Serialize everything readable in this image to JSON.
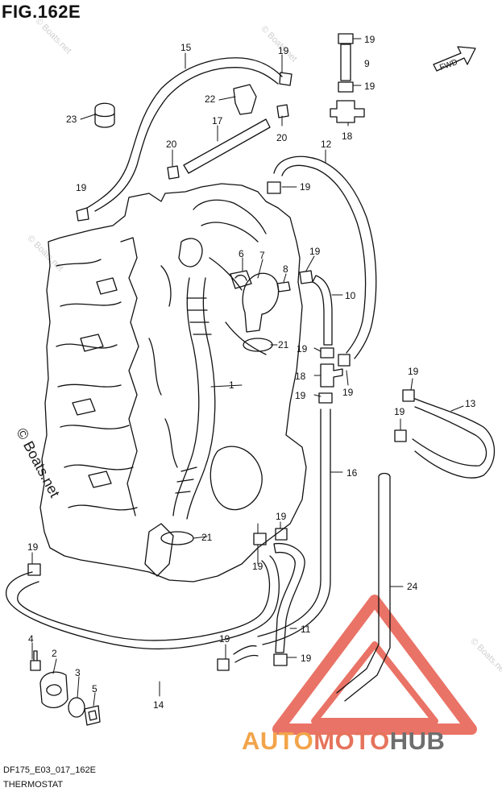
{
  "figure": {
    "title": "FIG.162E",
    "doc_code": "DF175_E03_017_162E",
    "section": "THERMOSTAT"
  },
  "direction_label": "FWD",
  "copyright": "© Boats.net",
  "watermark": "© Boats.net",
  "brand": {
    "part1": "AUTO",
    "part2": "MOTO",
    "part3": "HUB"
  },
  "callouts": [
    {
      "id": "c15",
      "text": "15"
    },
    {
      "id": "c19a",
      "text": "19"
    },
    {
      "id": "c19b",
      "text": "19"
    },
    {
      "id": "c9",
      "text": "9"
    },
    {
      "id": "c19c",
      "text": "19"
    },
    {
      "id": "c22",
      "text": "22"
    },
    {
      "id": "c23",
      "text": "23"
    },
    {
      "id": "c17",
      "text": "17"
    },
    {
      "id": "c20a",
      "text": "20"
    },
    {
      "id": "c20b",
      "text": "20"
    },
    {
      "id": "c18a",
      "text": "18"
    },
    {
      "id": "c12",
      "text": "12"
    },
    {
      "id": "c19d",
      "text": "19"
    },
    {
      "id": "c19e",
      "text": "19"
    },
    {
      "id": "c6",
      "text": "6"
    },
    {
      "id": "c7",
      "text": "7"
    },
    {
      "id": "c8",
      "text": "8"
    },
    {
      "id": "c19f",
      "text": "19"
    },
    {
      "id": "c10",
      "text": "10"
    },
    {
      "id": "c21a",
      "text": "21"
    },
    {
      "id": "c19g",
      "text": "19"
    },
    {
      "id": "c1",
      "text": "1"
    },
    {
      "id": "c18b",
      "text": "18"
    },
    {
      "id": "c19h",
      "text": "19"
    },
    {
      "id": "c19i",
      "text": "19"
    },
    {
      "id": "c19j",
      "text": "19"
    },
    {
      "id": "c13",
      "text": "13"
    },
    {
      "id": "c19k",
      "text": "19"
    },
    {
      "id": "c16",
      "text": "16"
    },
    {
      "id": "c19l",
      "text": "19"
    },
    {
      "id": "c21b",
      "text": "21"
    },
    {
      "id": "c19m",
      "text": "19"
    },
    {
      "id": "c19n",
      "text": "19"
    },
    {
      "id": "c24",
      "text": "24"
    },
    {
      "id": "c4",
      "text": "4"
    },
    {
      "id": "c2",
      "text": "2"
    },
    {
      "id": "c3",
      "text": "3"
    },
    {
      "id": "c5",
      "text": "5"
    },
    {
      "id": "c11",
      "text": "11"
    },
    {
      "id": "c19o",
      "text": "19"
    },
    {
      "id": "c19p",
      "text": "19"
    },
    {
      "id": "c14",
      "text": "14"
    }
  ]
}
